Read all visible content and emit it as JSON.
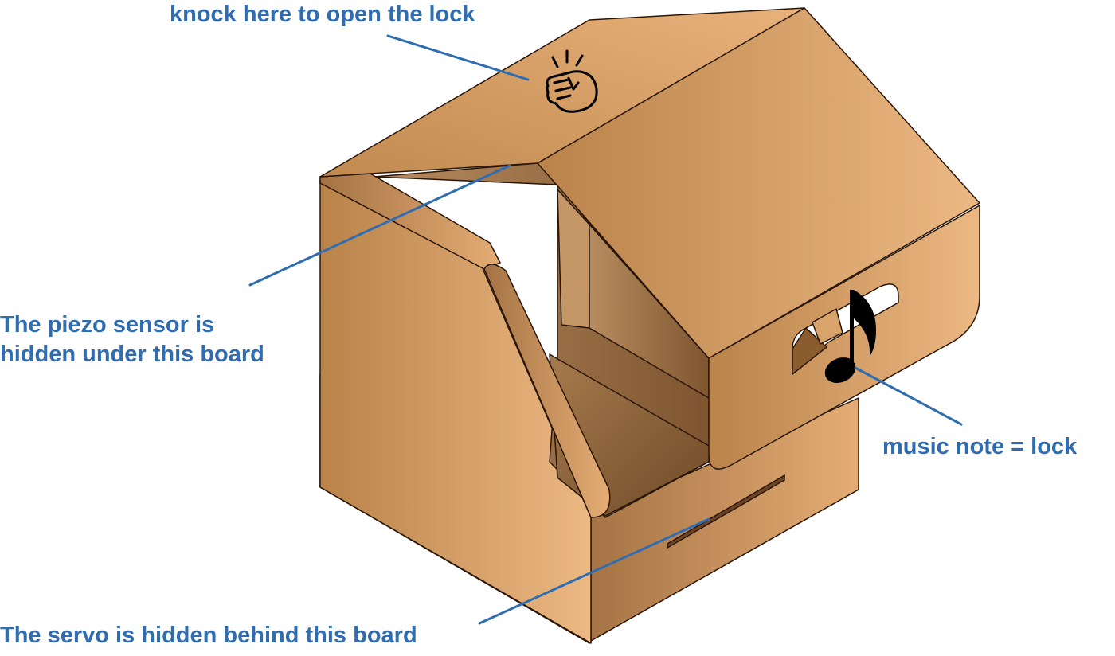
{
  "colors": {
    "label": "#2f6db0",
    "leader": "#2f6db0",
    "outline": "#2a1608",
    "cardboard_dark": "#b9834a",
    "cardboard_light": "#ecb883",
    "interior_dark": "#7e5530",
    "interior_light": "#b78c5f",
    "icon": "#000000"
  },
  "icons": {
    "knock": "fist-knock-icon",
    "lock": "music-note-icon"
  },
  "callouts": {
    "knock": "knock here to open the lock",
    "piezo_line1": "The piezo sensor is",
    "piezo_line2": "hidden under this board",
    "lock": "music note = lock",
    "servo": "The servo is hidden behind this board"
  }
}
